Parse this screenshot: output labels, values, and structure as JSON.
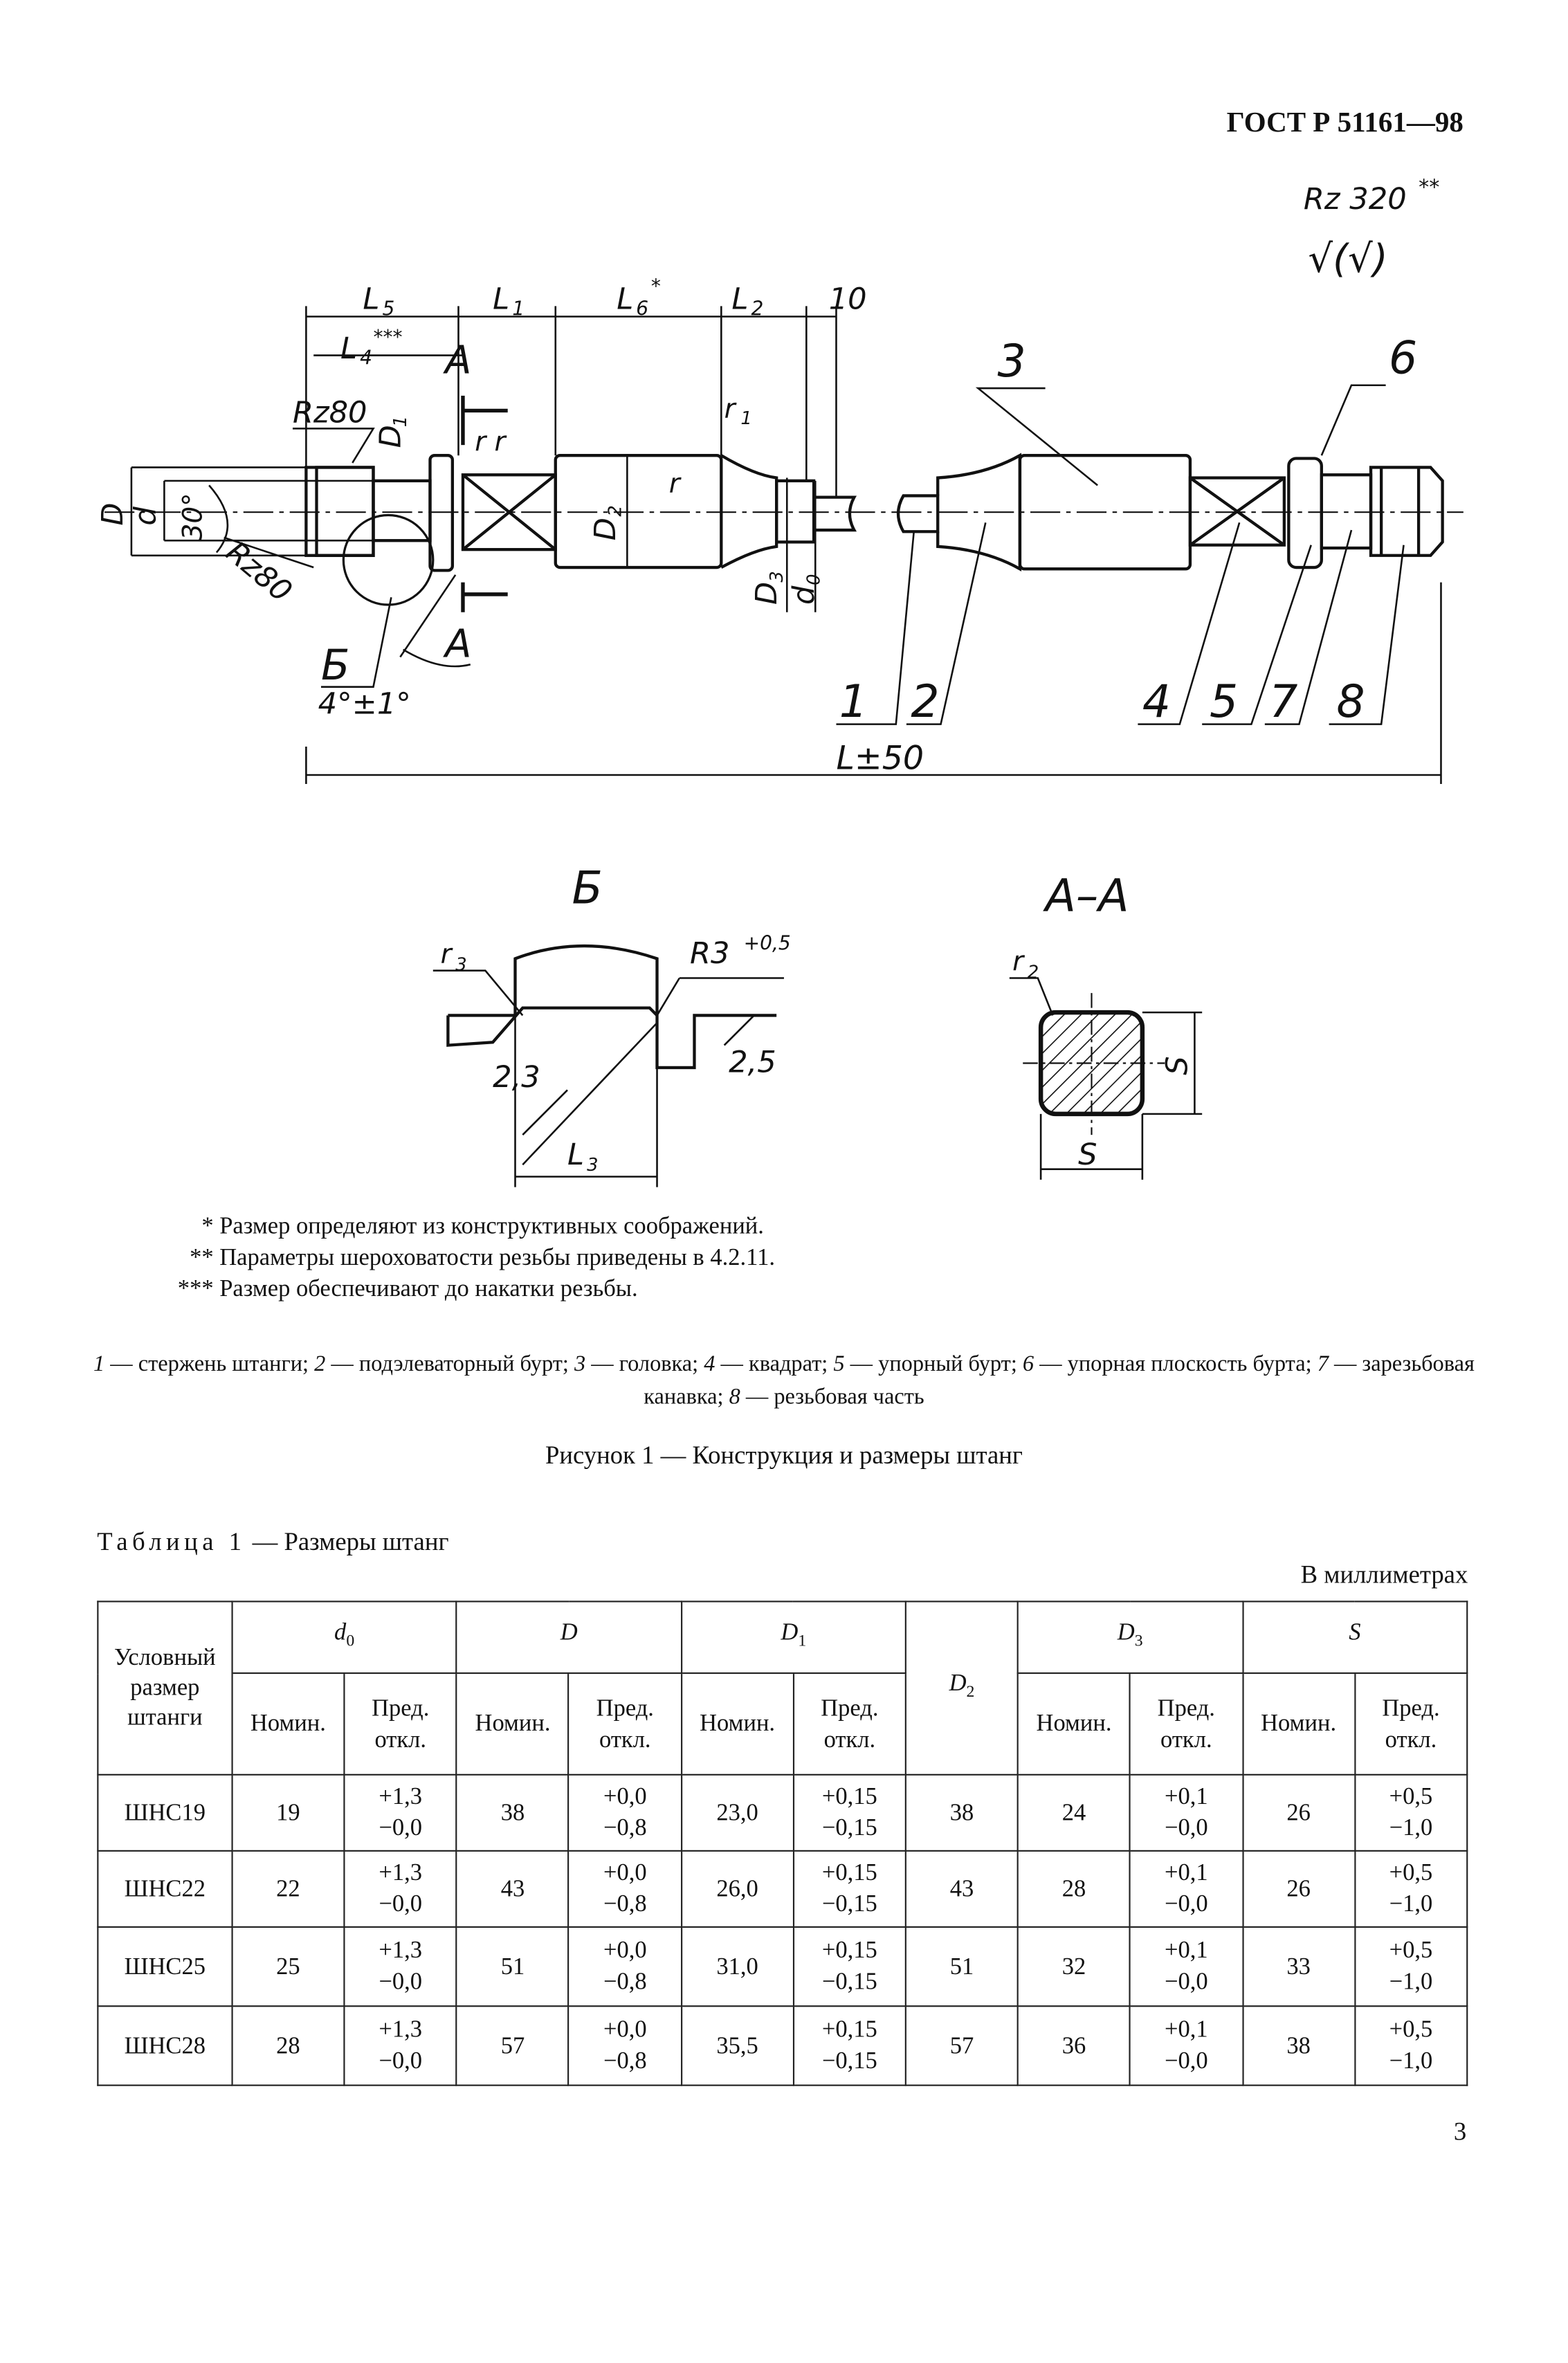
{
  "header": {
    "doc_code": "ГОСТ Р 51161—98"
  },
  "drawing": {
    "roughness_top": "Rz 320",
    "roughness_top_mark": "**",
    "roughness_symbol": "√(√)",
    "dims": {
      "L5": {
        "m": "L",
        "s": "5"
      },
      "L1": {
        "m": "L",
        "s": "1"
      },
      "L6": {
        "m": "L",
        "s": "6",
        "star": "*"
      },
      "L2": {
        "m": "L",
        "s": "2"
      },
      "ten": "10",
      "L4": {
        "m": "L",
        "s": "4",
        "star": "***"
      },
      "A_top": "А",
      "A_bottom": "А",
      "r_r": "r  r",
      "r1": {
        "m": "r",
        "s": "1"
      },
      "r": "r",
      "Rz80_top": "Rz80",
      "D1": {
        "m": "D",
        "s": "1"
      },
      "D": "D",
      "d": "d",
      "angle30": "30°",
      "Rz80_side": "Rz80",
      "D2": {
        "m": "D",
        "s": "2"
      },
      "D3": {
        "m": "D",
        "s": "3"
      },
      "d0": {
        "m": "d",
        "s": "0"
      },
      "B": "Б",
      "angle4": "4°±1°",
      "L_total": "L±50"
    },
    "callouts": [
      "1",
      "2",
      "3",
      "4",
      "5",
      "6",
      "7",
      "8"
    ],
    "section_b": {
      "title": "Б",
      "r3": {
        "m": "r",
        "s": "3"
      },
      "R3": "R3",
      "R3_tol": "+0,5",
      "d23": "2,3",
      "d25": "2,5",
      "L3": {
        "m": "L",
        "s": "3"
      }
    },
    "section_aa": {
      "title": "А–А",
      "r2": {
        "m": "r",
        "s": "2"
      },
      "S_side": "S",
      "S_bottom": "S"
    }
  },
  "footnotes": [
    {
      "mark": "*",
      "text": "Размер определяют из конструктивных соображений."
    },
    {
      "mark": "**",
      "text": "Параметры шероховатости резьбы приведены в 4.2.11."
    },
    {
      "mark": "***",
      "text": "Размер обеспечивают до накатки резьбы."
    }
  ],
  "legend": [
    {
      "n": "1",
      "t": " — стержень штанги; "
    },
    {
      "n": "2",
      "t": " — подэлеваторный бурт; "
    },
    {
      "n": "3",
      "t": " — головка; "
    },
    {
      "n": "4",
      "t": " — квадрат; "
    },
    {
      "n": "5",
      "t": " — упорный бурт; "
    },
    {
      "n": "6",
      "t": " — упорная плоскость бурта; "
    },
    {
      "n": "7",
      "t": " — зарезьбовая канавка; "
    },
    {
      "n": "8",
      "t": " — резьбовая часть"
    }
  ],
  "figure_caption": "Рисунок 1 — Конструкция и размеры штанг",
  "table": {
    "label": "Таблица 1",
    "title": " — Размеры штанг",
    "units": "В миллиметрах",
    "head_first": "Условный размер штанги",
    "groups": [
      {
        "m": "d",
        "s": "0"
      },
      {
        "m": "D",
        "s": ""
      },
      {
        "m": "D",
        "s": "1"
      },
      {
        "m": "D",
        "s": "2"
      },
      {
        "m": "D",
        "s": "3"
      },
      {
        "m": "S",
        "s": ""
      }
    ],
    "nom": "Номин.",
    "tol": "Пред. откл.",
    "rows": [
      [
        "ШНС19",
        "19",
        "+1,3",
        "−0,0",
        "38",
        "+0,0",
        "−0,8",
        "23,0",
        "+0,15",
        "−0,15",
        "38",
        "24",
        "+0,1",
        "−0,0",
        "26",
        "+0,5",
        "−1,0"
      ],
      [
        "ШНС22",
        "22",
        "+1,3",
        "−0,0",
        "43",
        "+0,0",
        "−0,8",
        "26,0",
        "+0,15",
        "−0,15",
        "43",
        "28",
        "+0,1",
        "−0,0",
        "26",
        "+0,5",
        "−1,0"
      ],
      [
        "ШНС25",
        "25",
        "+1,3",
        "−0,0",
        "51",
        "+0,0",
        "−0,8",
        "31,0",
        "+0,15",
        "−0,15",
        "51",
        "32",
        "+0,1",
        "−0,0",
        "33",
        "+0,5",
        "−1,0"
      ],
      [
        "ШНС28",
        "28",
        "+1,3",
        "−0,0",
        "57",
        "+0,0",
        "−0,8",
        "35,5",
        "+0,15",
        "−0,15",
        "57",
        "36",
        "+0,1",
        "−0,0",
        "38",
        "+0,5",
        "−1,0"
      ]
    ]
  },
  "page_number": "3"
}
